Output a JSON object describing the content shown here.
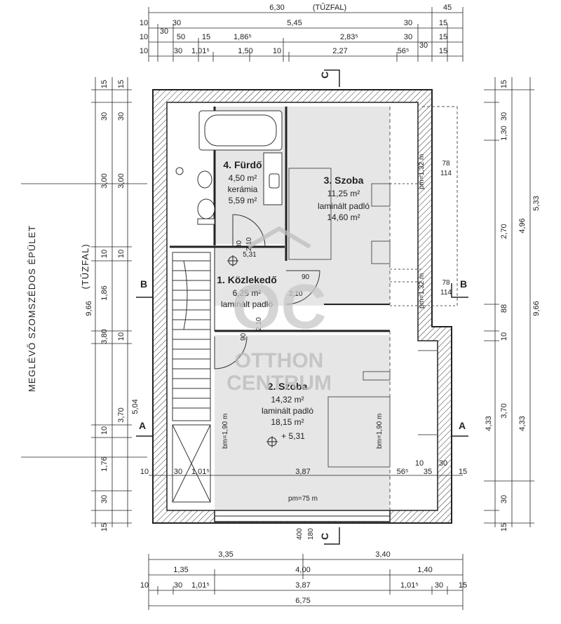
{
  "top_dims": {
    "row1": [
      "6,30",
      "(TŰZFAL)",
      "45"
    ],
    "row2": [
      "10",
      "30",
      "30",
      "5,45",
      "30",
      "15"
    ],
    "row3": [
      "10",
      "50",
      "15",
      "1,86⁵",
      "2,83⁵",
      "30",
      "30",
      "15"
    ],
    "row4": [
      "10",
      "30",
      "1,01⁵",
      "1,50",
      "10",
      "2,27",
      "56⁵",
      "15"
    ]
  },
  "bottom_dims": {
    "row1": [
      "3,35",
      "3,40"
    ],
    "row2": [
      "1,35",
      "4,00",
      "1,40"
    ],
    "row3": [
      "10",
      "30",
      "1,01⁵",
      "3,87",
      "1,01⁵",
      "30",
      "15"
    ],
    "row4": [
      "6,75"
    ],
    "inner": [
      "10",
      "30",
      "1,01⁵",
      "3,87",
      "56⁵",
      "10",
      "35",
      "30",
      "15"
    ]
  },
  "left_dims": {
    "outer": [
      "15",
      "30",
      "3,00",
      "10",
      "1,86",
      "3,80",
      "10",
      "3,70",
      "10",
      "1,76",
      "30",
      "15"
    ],
    "total": "9,66",
    "total_b": "5,04",
    "inner_a": [
      "15",
      "30",
      "3,00",
      "10"
    ]
  },
  "right_dims": {
    "inner": [
      "15",
      "30",
      "1,30",
      "2,70",
      "88",
      "10",
      "3,70",
      "30",
      "15"
    ],
    "mid": [
      "4,96",
      "4,33"
    ],
    "outer": [
      "5,33",
      "4,33",
      "9,66"
    ],
    "side_78_114_top": [
      "78",
      "114"
    ],
    "side_78_114_bottom": [
      "78",
      "114"
    ]
  },
  "side_label": {
    "neighbour": "MEGLÉVŐ SZOMSZÉDOS ÉPÜLET",
    "firewall": "(TŰZFAL)"
  },
  "section_marks": {
    "a": "A",
    "b": "B",
    "c": "C"
  },
  "rooms": [
    {
      "id": "furdo",
      "title": "4. Fürdő",
      "area": "4,50 m²",
      "floor": "kerámia",
      "floor_area": "5,59 m²"
    },
    {
      "id": "szoba3",
      "title": "3. Szoba",
      "area": "11,25 m²",
      "floor": "laminált padló",
      "floor_area": "14,60 m²"
    },
    {
      "id": "kozlekedo",
      "title": "1. Közlekedő",
      "area": "6,25 m²",
      "floor": "laminált padló",
      "floor_area": ""
    },
    {
      "id": "szoba2",
      "title": "2. Szoba",
      "area": "14,32 m²",
      "floor": "laminált padló",
      "floor_area": "18,15 m²",
      "level": "+ 5,31"
    }
  ],
  "annotations": {
    "door_80": "80",
    "door_210_a": "2,10",
    "level_531": "5,31",
    "door_90_a": "90",
    "door_210_b": "2,10",
    "door_90_b": "90",
    "door_210_c": "2,10",
    "bm_left": "bm=1,90 m",
    "bm_right": "bm=1,90 m",
    "pm_top": "pm=1,32 m",
    "pm_mid": "pm=1,32 m",
    "pm_bottom": "pm=75 m",
    "win_400": "400",
    "win_180": "180"
  },
  "watermark": {
    "logo": "OC",
    "line1": "OTTHON",
    "line2": "CENTRUM"
  }
}
